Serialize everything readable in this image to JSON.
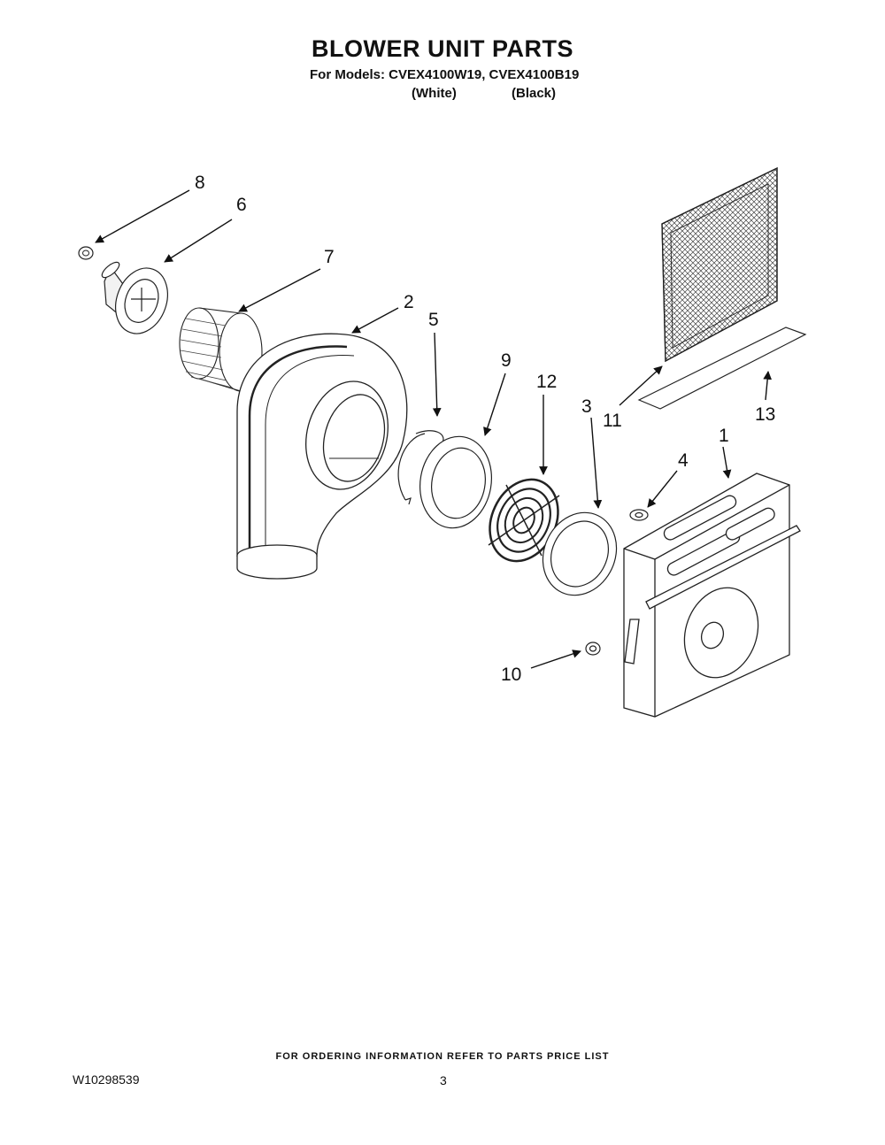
{
  "header": {
    "title": "BLOWER UNIT PARTS",
    "models_line": "For Models: CVEX4100W19, CVEX4100B19",
    "variant_white": "(White)",
    "variant_black": "(Black)"
  },
  "callouts": {
    "c1": "1",
    "c2": "2",
    "c3": "3",
    "c4": "4",
    "c5": "5",
    "c6": "6",
    "c7": "7",
    "c8": "8",
    "c9": "9",
    "c10": "10",
    "c11": "11",
    "c12": "12",
    "c13": "13"
  },
  "footer": {
    "ordering_note": "FOR ORDERING INFORMATION REFER TO PARTS PRICE LIST",
    "document_number": "W10298539",
    "page_number": "3"
  }
}
